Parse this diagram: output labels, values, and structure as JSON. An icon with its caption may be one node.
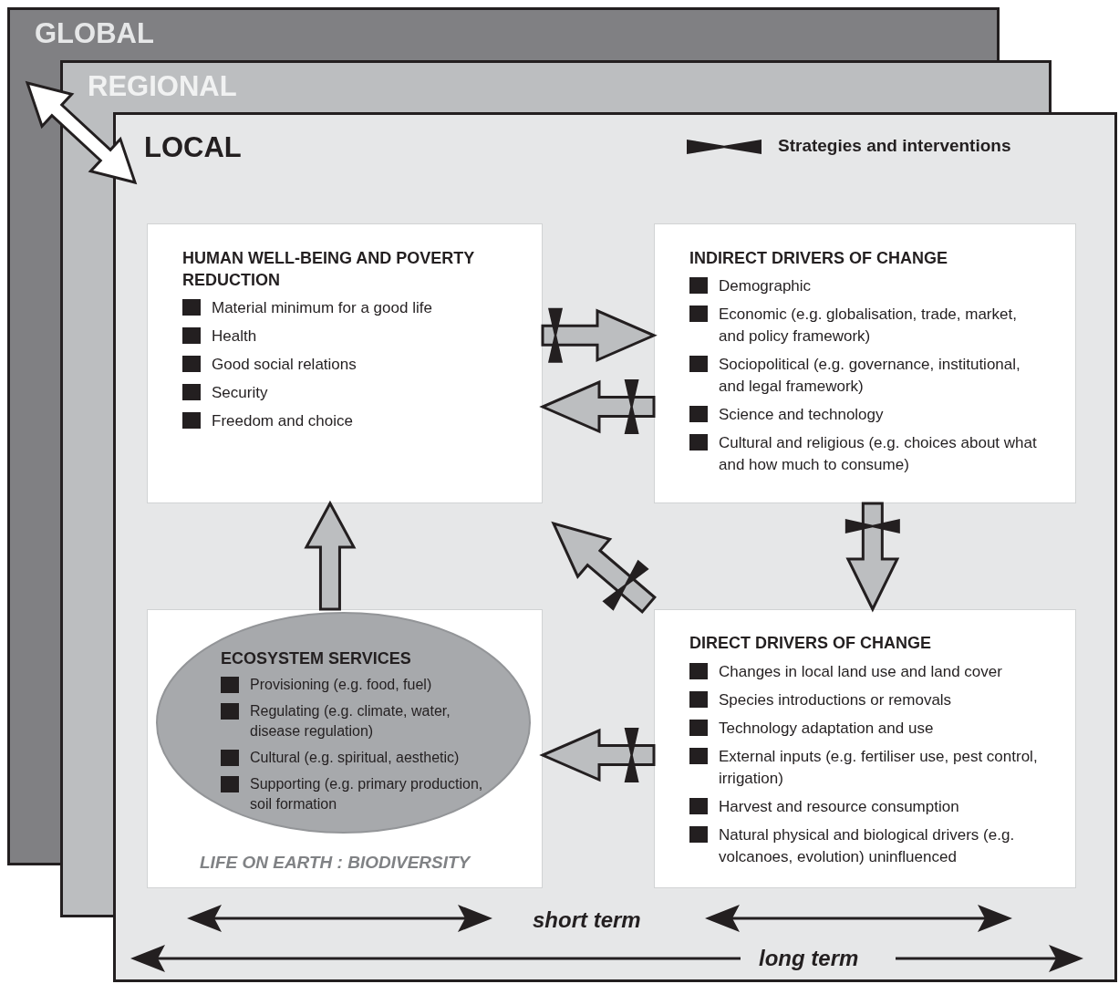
{
  "diagram": {
    "nodes": [
      {
        "text": [
          "GLOBAL"
        ]
      },
      {
        "text": [
          "REGIONAL"
        ]
      },
      {
        "text": [
          "LOCAL"
        ]
      },
      {
        "text": [
          "HUMAN WELL-BEING AND POVERTY REDUCTION",
          "Material minimum for a good life",
          "Health",
          "Good social relations",
          "Security",
          "Freedom and choice"
        ],
        "in": 2
      },
      {
        "text": [
          "INDIRECT DRIVERS OF CHANGE",
          "Demographic",
          "Economic (e.g. globalisation, trade, market, and policy framework)",
          "Sociopolitical (e.g. governance, institutional, and legal framework)",
          "Science and technology",
          "Cultural and religious (e.g. choices about what and how much to consume)"
        ],
        "in": 2
      },
      {
        "text": [
          "LIFE ON EARTH : BIODIVERSITY"
        ],
        "in": 2
      },
      {
        "text": [
          "ECOSYSTEM SERVICES",
          "Provisioning (e.g. food, fuel)",
          "Regulating (e.g. climate, water, disease regulation)",
          "Cultural (e.g. spiritual, aesthetic)",
          "Supporting (e.g. primary production, soil formation"
        ],
        "in": 5
      },
      {
        "text": [
          "DIRECT DRIVERS OF CHANGE",
          "Changes in local land use and land cover",
          "Species introductions or removals",
          "Technology adaptation and use",
          "External inputs (e.g. fertiliser use, pest control, irrigation)",
          "Harvest and resource consumption",
          "Natural physical and biological drivers (e.g. volcanoes, evolution) uninfluenced"
        ],
        "in": 2
      }
    ],
    "edges": [
      {
        "from": 0,
        "to": 2,
        "arrow": "both",
        "color": "#ffffff"
      },
      {
        "from": 5,
        "to": 3,
        "arrow": "to"
      },
      {
        "from": 3,
        "to": 4,
        "arrow": "to"
      },
      {
        "from": 4,
        "to": 3,
        "arrow": "to"
      },
      {
        "from": 4,
        "to": 7,
        "arrow": "to"
      },
      {
        "from": 7,
        "to": 3,
        "arrow": "to"
      },
      {
        "from": 7,
        "to": 5,
        "arrow": "to"
      }
    ],
    "labels": [
      "short term",
      "long term"
    ],
    "legend": [
      {
        "text": "Strategies and interventions"
      }
    ]
  }
}
